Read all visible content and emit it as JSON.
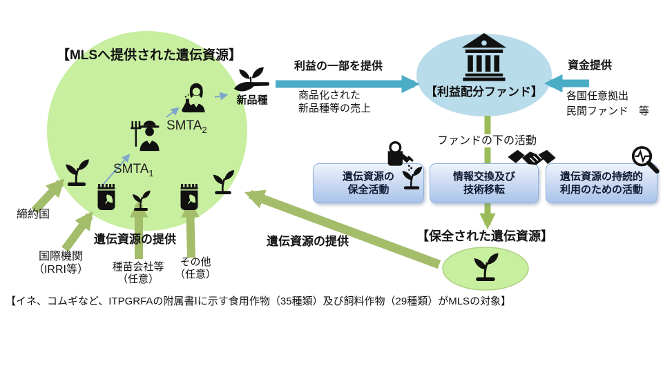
{
  "colors": {
    "circle_green": "#c8ee9f",
    "fund_ellipse_blue": "#b9dcea",
    "conserved_ellipse_green": "#c8ee9f",
    "green_arrow": "#a3bd6b",
    "fund_line_green": "#9bbb59",
    "blue_arrow": "#4bacc6",
    "thin_arrow_blue": "#7da7c9",
    "activity_box_top": "#eff4fc",
    "activity_box_bottom": "#a9c4e9"
  },
  "mls_circle": {
    "title": "【MLSへ提供された遺伝資源】",
    "smta1": {
      "text": "SMTA",
      "sub": "1"
    },
    "smta2": {
      "text": "SMTA",
      "sub": "2"
    },
    "new_variety": "新品種"
  },
  "benefit_flow": {
    "title": "利益の一部を提供",
    "desc1": "商品化された",
    "desc2": "新品種等の売上"
  },
  "fund": {
    "label": "【利益配分ファンド】",
    "activities_title": "ファンドの下の活動",
    "boxes": [
      {
        "line1": "遺伝資源の",
        "line2": "保全活動"
      },
      {
        "line1": "情報交換及び",
        "line2": "技術移転"
      },
      {
        "line1": "遺伝資源の持続的",
        "line2": "利用のための活動"
      }
    ]
  },
  "funding": {
    "title": "資金提供",
    "line1": "各国任意拠出",
    "line2": "民間ファンド　等"
  },
  "conserved": {
    "title": "【保全された遺伝資源】"
  },
  "providers": {
    "contracting_party": "締約国",
    "intl_org_line1": "国際機関",
    "intl_org_line2": "（IRRI等）",
    "seed_company_line1": "種苗会社等",
    "seed_company_line2": "（任意）",
    "others_line1": "その他",
    "others_line2": "（任意）",
    "provide_left": "遺伝資源の提供",
    "provide_right": "遺伝資源の提供"
  },
  "footnote": "【イネ、コムギなど、ITPGRFAの附属書Ⅰに示す食用作物（35種類）及び飼料作物（29種類）がMLSの対象】",
  "icons": {
    "sprout": "seedling-plant",
    "seedbag": "seed-bag-with-leaf",
    "farmer": "farmer-with-pitchfork",
    "scientist": "scientist-with-flask",
    "hand_plant": "hand-holding-new-variety",
    "bank": "classical-bank-building",
    "watering_can": "watering-can-with-drops",
    "handshake": "handshake",
    "magnifier_pulse": "magnifier-with-pulse"
  }
}
